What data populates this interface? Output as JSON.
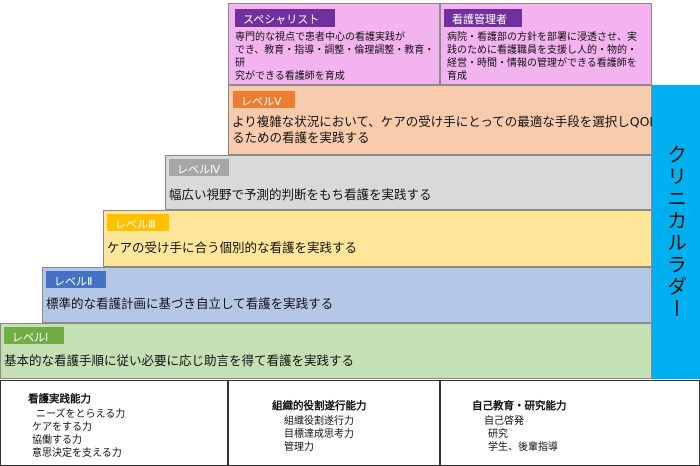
{
  "top_roles": [
    {
      "label": "スペシャリスト",
      "text": "専門的な視点で患者中心の看護実践が\nでき、教育・指導・調整・倫理調整・教育・研\n究ができる看護師を育成"
    },
    {
      "label": "看護管理者",
      "text": "病院・看護部の方針を部署に浸透させ、実\n践のために看護職員を支援し人的・物的・\n経営・時間・情報の管理ができる看護師を\n育成"
    }
  ],
  "levels": [
    {
      "label": "レベルⅤ",
      "text": "より複雑な状況において、ケアの受け手にとっての最適な手段を選択しQOLを高め\nるための看護を実践する",
      "color": "#f8cbad",
      "tag_color": "#ed7d31"
    },
    {
      "label": "レベルⅣ",
      "text": "幅広い視野で予測的判断をもち看護を実践する",
      "color": "#d9d9d9",
      "tag_color": "#a6a6a6"
    },
    {
      "label": "レベルⅢ",
      "text": "ケアの受け手に合う個別的な看護を実践する",
      "color": "#ffe699",
      "tag_color": "#ffc000"
    },
    {
      "label": "レベルⅡ",
      "text": "標準的な看護計画に基づき自立して看護を実践する",
      "color": "#b4c7e7",
      "tag_color": "#4472c4"
    },
    {
      "label": "レベルⅠ",
      "text": "基本的な看護手順に従い必要に応じ助言を得て看護を実践する",
      "color": "#c5e0b4",
      "tag_color": "#70ad47"
    }
  ],
  "side_label": "クリニカルラダー",
  "side_color": "#00b0f0",
  "competencies": [
    {
      "title": "看護実践能力",
      "items": [
        "ニーズをとらえる力",
        "ケアをする力",
        "協働する力",
        "意思決定を支える力"
      ]
    },
    {
      "title": "組織的役割遂行能力",
      "items": [
        "組織役割遂行力",
        "目標達成思考力",
        "管理力"
      ]
    },
    {
      "title": "自己教育・研究能力",
      "items": [
        "自己啓発",
        "研究",
        "学生、後輩指導"
      ]
    }
  ]
}
